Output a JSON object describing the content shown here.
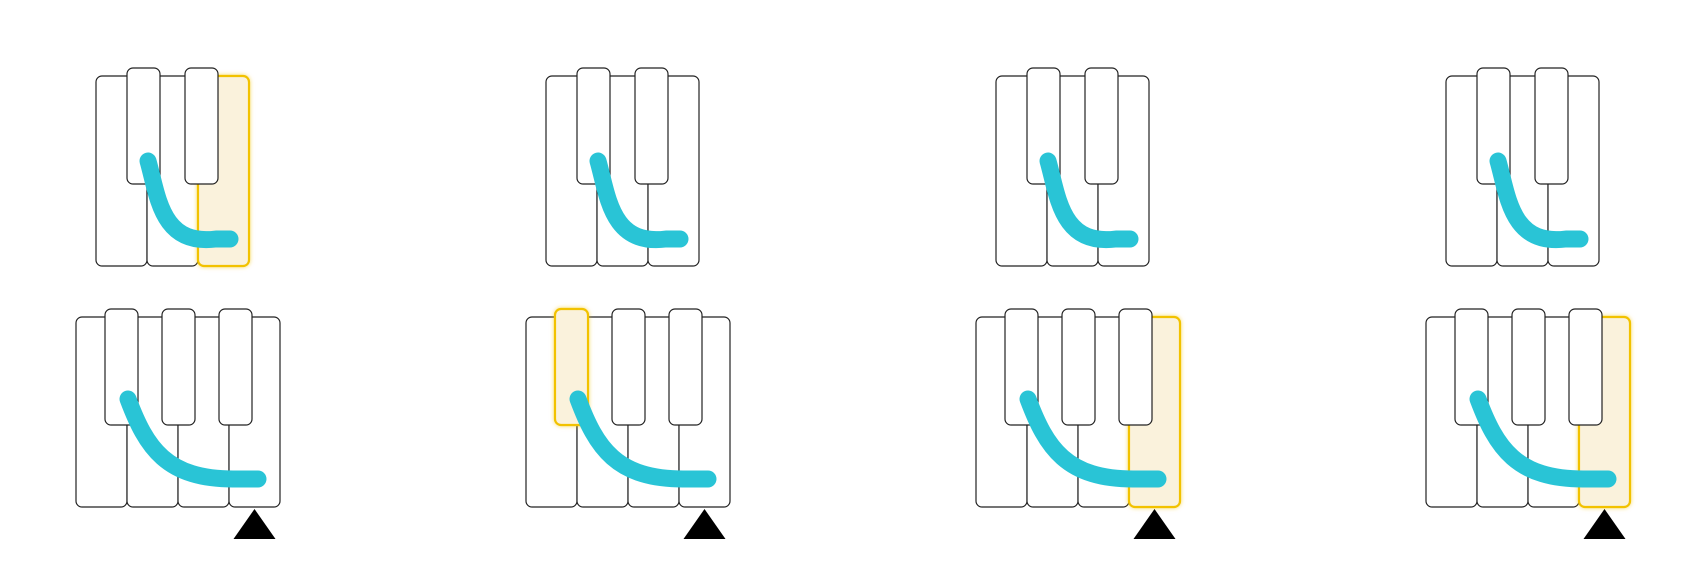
{
  "colors": {
    "swipe": "#29c4d6",
    "highlight_fill": "#faf2dc",
    "highlight_stroke": "#f2c200",
    "key_outline": "#222222",
    "arrow": "#000000"
  },
  "panels": [
    {
      "row": 1,
      "layout": "small",
      "highlight": "white-3",
      "arrow": false
    },
    {
      "row": 1,
      "layout": "small",
      "highlight": null,
      "arrow": false
    },
    {
      "row": 1,
      "layout": "small",
      "highlight": null,
      "arrow": false
    },
    {
      "row": 1,
      "layout": "small",
      "highlight": null,
      "arrow": false
    },
    {
      "row": 2,
      "layout": "large",
      "highlight": null,
      "arrow": true
    },
    {
      "row": 2,
      "layout": "large",
      "highlight": "black-1",
      "arrow": true
    },
    {
      "row": 2,
      "layout": "large",
      "highlight": "white-4",
      "arrow": true
    },
    {
      "row": 2,
      "layout": "large",
      "highlight": "white-4",
      "arrow": true
    }
  ],
  "icons": {
    "swipe": "swipe-gesture-icon",
    "arrow": "up-arrow-triangle-icon"
  }
}
